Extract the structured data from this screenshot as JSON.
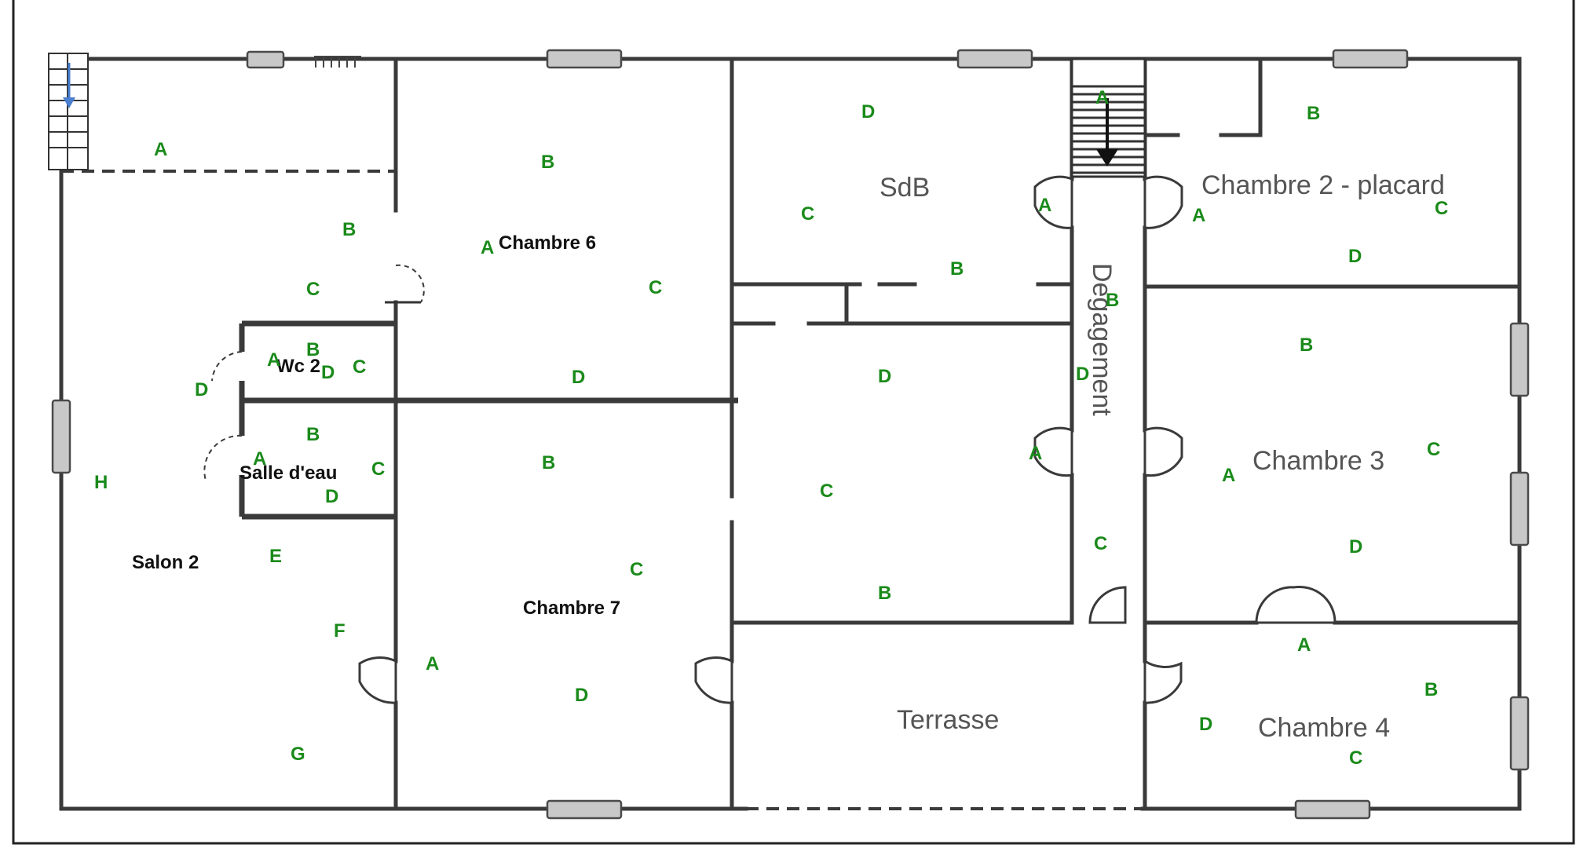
{
  "rooms": {
    "salon2": "Salon 2",
    "chambre6": "Chambre 6",
    "chambre7": "Chambre 7",
    "wc2": "Wc 2",
    "salle_eau": "Salle d'eau",
    "sdb": "SdB",
    "chambre2": "Chambre 2 - placard",
    "degagement": "Degagement",
    "chambre3": "Chambre 3",
    "chambre4": "Chambre 4",
    "terrasse": "Terrasse"
  },
  "markers": {
    "salon2": [
      "A",
      "B",
      "C",
      "D",
      "E",
      "F",
      "G",
      "H"
    ],
    "wc2": [
      "A",
      "B",
      "C",
      "D"
    ],
    "salle_eau": [
      "A",
      "B",
      "C",
      "D"
    ],
    "chambre6": [
      "A",
      "B",
      "C",
      "D"
    ],
    "chambre7": [
      "A",
      "B",
      "C",
      "D"
    ],
    "sdb": [
      "B",
      "C",
      "D"
    ],
    "room_center": [
      "B",
      "C",
      "D"
    ],
    "degagement": [
      "A",
      "A",
      "A",
      "B",
      "C",
      "D"
    ],
    "chambre2": [
      "A",
      "B",
      "C",
      "D"
    ],
    "chambre3": [
      "A",
      "B",
      "C",
      "D"
    ],
    "chambre4": [
      "A",
      "B",
      "C",
      "D"
    ]
  },
  "colors": {
    "marker": "#1a8a1a",
    "wall": "#3a3a3a",
    "window": "#c8c8c8",
    "room_label": "#555555"
  }
}
